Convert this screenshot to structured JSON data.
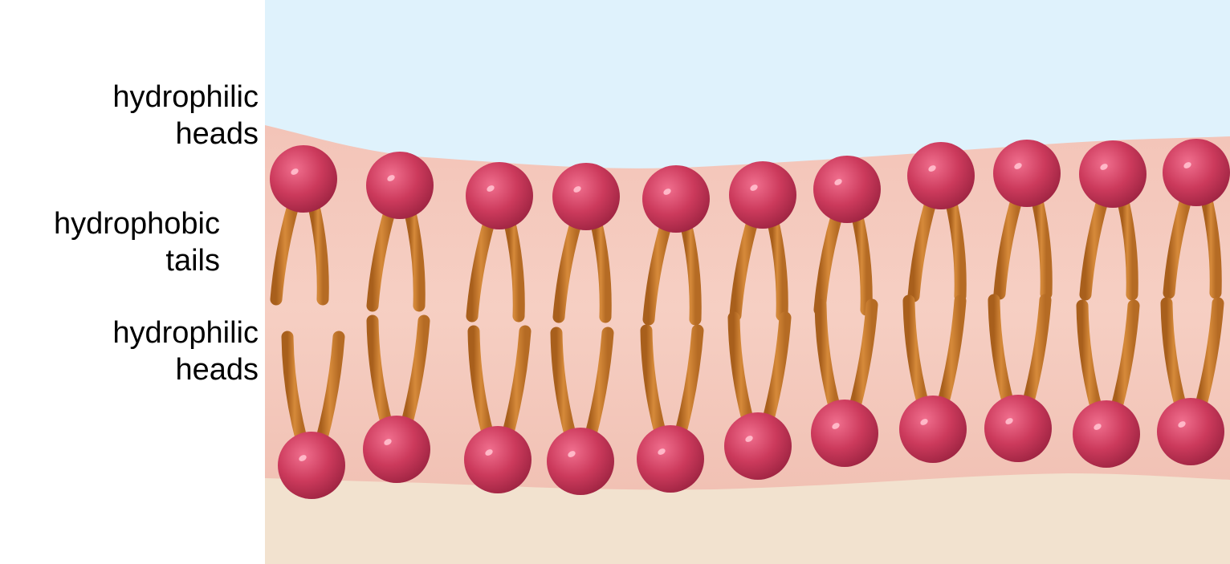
{
  "labels": {
    "top": {
      "line1": "hydrophilic",
      "line2": "heads"
    },
    "middle": {
      "line1": "hydrophobic",
      "line2": "tails"
    },
    "bottom": {
      "line1": "hydrophilic",
      "line2": "heads"
    }
  },
  "colors": {
    "aqueous_top": "#dff2fc",
    "aqueous_bottom": "#f2e2cf",
    "membrane_core": "#f6cfc3",
    "head": "#cc3a5c",
    "head_highlight": "#ffb8c8",
    "tail": "#c57a2c"
  }
}
